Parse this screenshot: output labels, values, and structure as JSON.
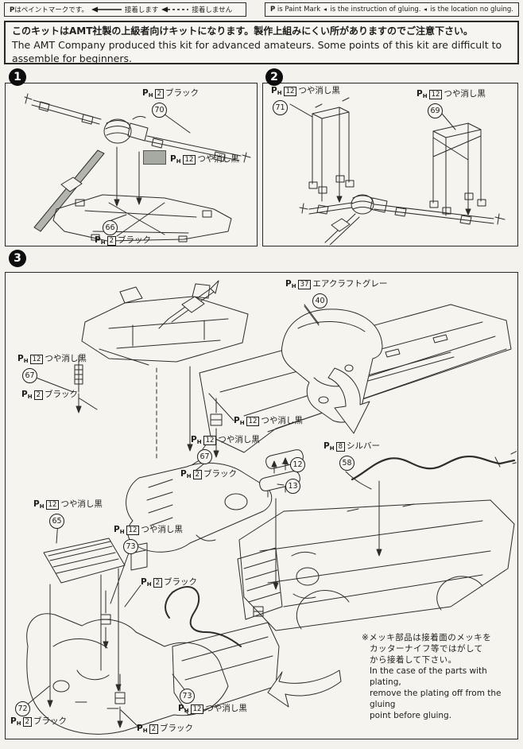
{
  "legend": {
    "p": "P",
    "h": "H",
    "left": {
      "text": "はペイントマークです。",
      "glue": "接着します",
      "no_glue": "接着しません"
    },
    "right": {
      "text": " is Paint Mark",
      "glue": "is the instruction of gluing.",
      "no_glue": "is the location no gluing."
    }
  },
  "notice": {
    "jp": "このキットはAMT社製の上級者向けキットになります。製作上組みにくい所がありますのでご注意下さい。",
    "en1": "The AMT Company produced this kit for advanced amateurs. Some points of this kit are difficult to",
    "en2": "assemble for beginners."
  },
  "colors": {
    "paper": "#f3f2ed",
    "ink": "#2e2d2a",
    "swatch": "#a7a9a3",
    "shaft_fill": "#b3b4ae"
  },
  "steps": {
    "s1": {
      "number": "1",
      "callouts": {
        "c70": {
          "code": "2",
          "color": "ブラック",
          "part": "70"
        },
        "swatch": {
          "code": "12",
          "color": "つや消し黒"
        },
        "c66": {
          "code": "2",
          "color": "ブラック",
          "part": "66"
        }
      }
    },
    "s2": {
      "number": "2",
      "callouts": {
        "c71": {
          "code": "12",
          "color": "つや消し黒",
          "part": "71"
        },
        "c69": {
          "code": "12",
          "color": "つや消し黒",
          "part": "69"
        }
      }
    },
    "s3": {
      "number": "3",
      "callouts": {
        "c40": {
          "code": "37",
          "color": "エアクラフトグレー",
          "part": "40"
        },
        "c67a": {
          "code": "12",
          "color": "つや消し黒",
          "part": "67"
        },
        "black_a": {
          "code": "2",
          "color": "ブラック"
        },
        "matt_center": {
          "code": "12",
          "color": "つや消し黒"
        },
        "c67b": {
          "code": "12",
          "color": "つや消し黒",
          "part": "67"
        },
        "black_b": {
          "code": "2",
          "color": "ブラック"
        },
        "c12": {
          "part": "12"
        },
        "c13": {
          "part": "13"
        },
        "c58": {
          "code": "8",
          "color": "シルバー",
          "part": "58"
        },
        "c65": {
          "code": "12",
          "color": "つや消し黒",
          "part": "65"
        },
        "c73a": {
          "code": "12",
          "color": "つや消し黒",
          "part": "73"
        },
        "black_c": {
          "code": "2",
          "color": "ブラック"
        },
        "c72": {
          "code": "2",
          "color": "ブラック",
          "part": "72"
        },
        "c73b": {
          "code": "12",
          "color": "つや消し黒",
          "part": "73"
        },
        "black_d": {
          "code": "2",
          "color": "ブラック"
        }
      },
      "note": {
        "jp1": "※メッキ部品は接着面のメッキを",
        "jp2": "カッターナイフ等ではがして",
        "jp3": "から接着して下さい。",
        "en1": "In the case of the parts with plating,",
        "en2": "remove the plating off from the gluing",
        "en3": "point before gluing."
      }
    }
  }
}
